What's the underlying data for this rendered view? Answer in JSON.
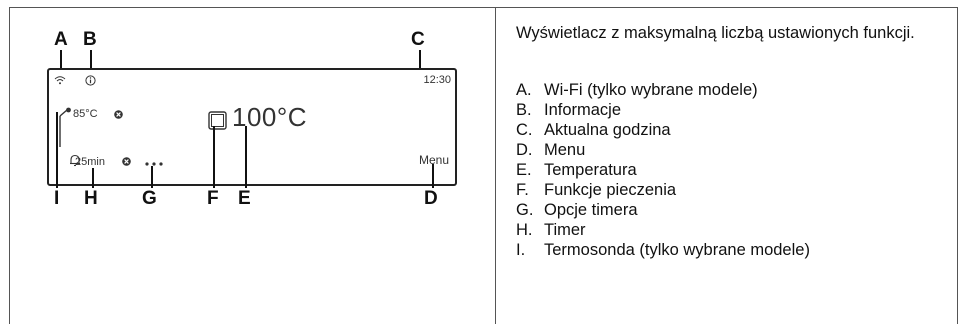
{
  "display": {
    "time": "12:30",
    "menu_label": "Menu",
    "temperature": "100°C",
    "probe_temperature": "85°C",
    "timer": "25min"
  },
  "callouts": {
    "A": "A",
    "B": "B",
    "C": "C",
    "D": "D",
    "E": "E",
    "F": "F",
    "G": "G",
    "H": "H",
    "I": "I"
  },
  "description": "Wyświetlacz z maksymalną liczbą ustawionych funkcji.",
  "legend": [
    {
      "letter": "A.",
      "text": "Wi-Fi (tylko wybrane modele)"
    },
    {
      "letter": "B.",
      "text": "Informacje"
    },
    {
      "letter": "C.",
      "text": "Aktualna godzina"
    },
    {
      "letter": "D.",
      "text": "Menu"
    },
    {
      "letter": "E.",
      "text": "Temperatura"
    },
    {
      "letter": "F.",
      "text": "Funkcje pieczenia"
    },
    {
      "letter": "G.",
      "text": "Opcje timera"
    },
    {
      "letter": "H.",
      "text": "Timer"
    },
    {
      "letter": "I.",
      "text": "Termosonda (tylko wybrane modele)"
    }
  ]
}
